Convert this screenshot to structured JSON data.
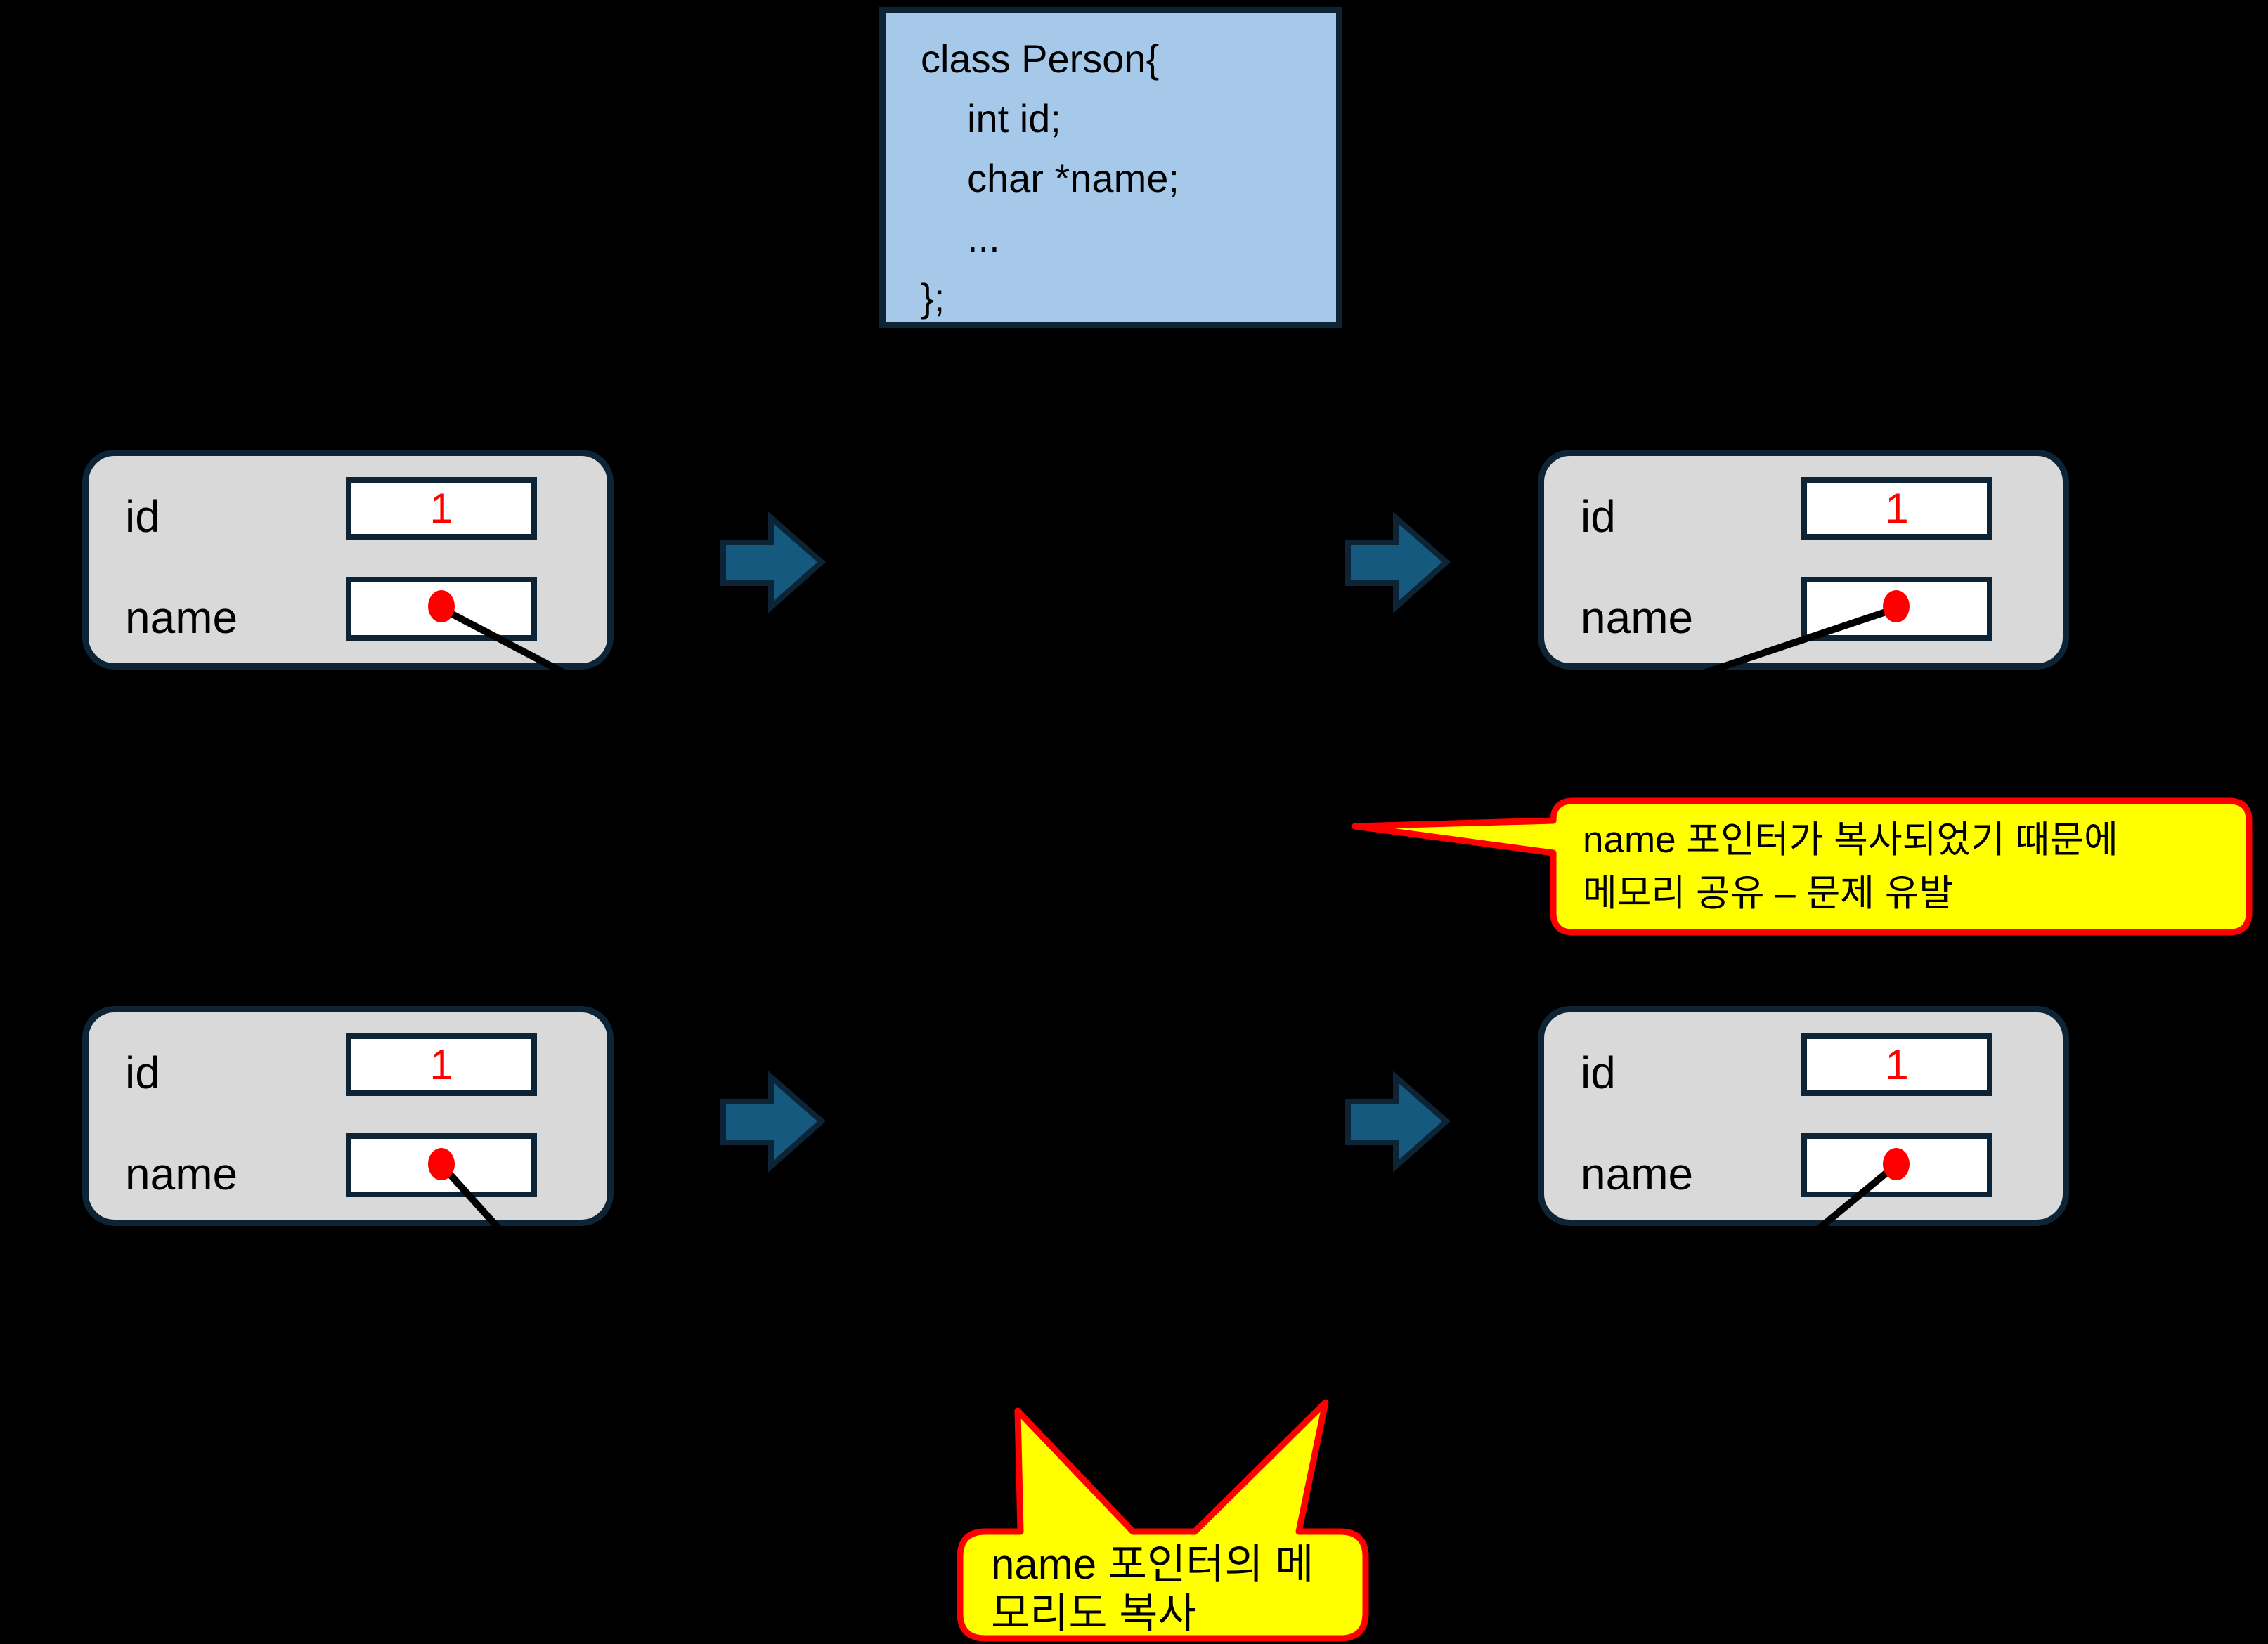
{
  "code_box": {
    "lines": [
      "class Person{",
      "int id;",
      "char *name;",
      "...",
      "};"
    ]
  },
  "person_boxes": [
    {
      "id_label": "id",
      "id_value": "1",
      "name_label": "name"
    },
    {
      "id_label": "id",
      "id_value": "1",
      "name_label": "name"
    },
    {
      "id_label": "id",
      "id_value": "1",
      "name_label": "name"
    },
    {
      "id_label": "id",
      "id_value": "1",
      "name_label": "name"
    }
  ],
  "callouts": {
    "shared_memory_note": {
      "lines": [
        "name 포인터가 복사되었기 때문에",
        "메모리 공유 – 문제 유발"
      ]
    },
    "deep_copy_note": {
      "lines": [
        "name 포인터의 메",
        "모리도 복사"
      ]
    }
  },
  "icons": {
    "copy_arrow": "right-block-arrow",
    "pointer_dot": "red-dot"
  },
  "colors": {
    "background": "#000000",
    "code_box_fill": "#a6c9ea",
    "dark_border": "#0c2435",
    "object_fill": "#d9d9d9",
    "value_red": "#ff0000",
    "arrow_fill": "#16597f",
    "callout_fill": "#ffff00",
    "callout_border": "#ff0000",
    "pointer_line": "#000000",
    "text": "#000000"
  }
}
